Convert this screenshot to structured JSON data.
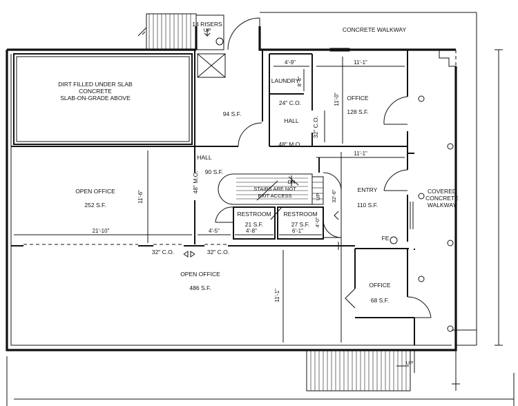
{
  "labels": {
    "risers": "14 RISERS",
    "risers_up": "UP",
    "concrete_walkway": "CONCRETE WALKWAY",
    "dirt_filled_1": "DIRT FILLED UNDER SLAB",
    "dirt_filled_2": "CONCRETE",
    "dirt_filled_3": "SLAB-ON-GRADE ABOVE",
    "room_94": "94 S.F.",
    "laundry": "LAUNDRY",
    "dim_4_9": "4'-9\"",
    "dim_8": "8'-6\"",
    "co_24": "24\" C.O.",
    "hall_upper": "HALL",
    "mo_48_upper": "48\" M.O.",
    "co_32_vert": "32\" C.O.",
    "dim_11_1_top": "11'-1\"",
    "office_upper": "OFFICE",
    "office_upper_sf": "128 S.F.",
    "dim_11_0": "11'-0\"",
    "dim_11_1_mid": "11'-1\"",
    "hall_mid": "HALL",
    "hall_mid_sf": "90 S.F.",
    "mo_48_vert": "48\" M.O.",
    "open_office": "OPEN OFFICE",
    "open_office_sf": "252 S.F.",
    "dim_11_6": "11'-6\"",
    "dim_21_10": "21'-10\"",
    "stairs_1": "STAIRS ARE NOT",
    "stairs_2": "EXIT ACCESS",
    "stairs_dn": "DN",
    "stairs_up": "UP",
    "dim_32_6": "32'-6\"",
    "entry": "ENTRY",
    "entry_sf": "110 S.F.",
    "covered_1": "COVERED",
    "covered_2": "CONCRETE",
    "covered_3": "WALKWAY",
    "restroom_a": "RESTROOM",
    "restroom_a_sf": "21 S.F.",
    "restroom_b": "RESTROOM",
    "restroom_b_sf": "27 S.F.",
    "dim_4_5": "4'-5\"",
    "dim_4_8": "4'-8\"",
    "dim_6_1": "6'-1\"",
    "dim_4_0": "4'-0\"",
    "fe": "FE",
    "co_32_left": "32\" C.O.",
    "co_32_right": "32\" C.O.",
    "open_office_lower": "OPEN OFFICE",
    "open_office_lower_sf": "486 S.F.",
    "dim_11_1_lower": "11'-1\"",
    "office_lower": "OFFICE",
    "office_lower_sf": "68 S.F.",
    "up_lower": "UP"
  }
}
